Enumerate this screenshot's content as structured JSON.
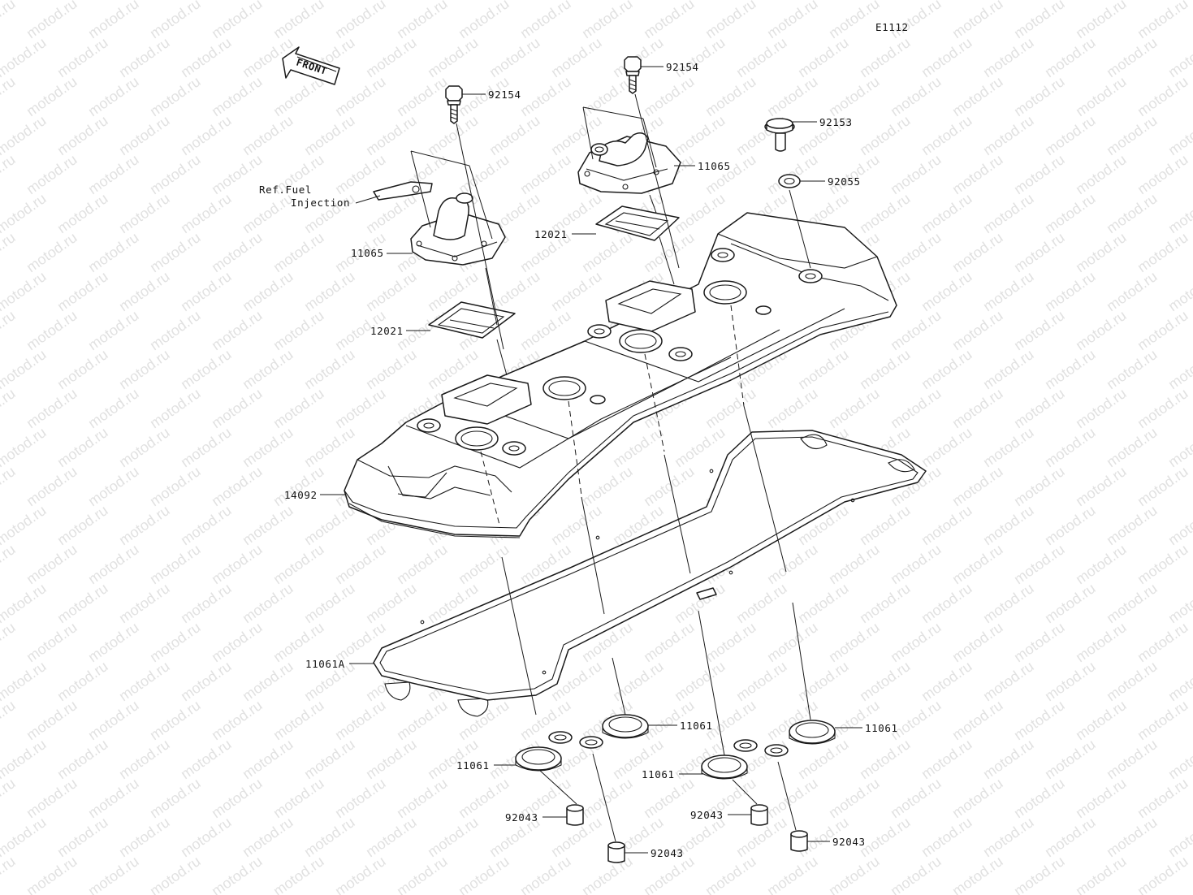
{
  "diagram": {
    "code": "E1112",
    "front_arrow": "FRONT",
    "watermark": "motod.ru",
    "reference_note": [
      "Ref.Fuel",
      "Injection"
    ],
    "part_labels": {
      "bolt_left": "92154",
      "bolt_right": "92154",
      "bolt_collar": "92153",
      "washer": "92055",
      "breather_cover_right": "11065",
      "breather_cover_left": "11065",
      "reed_valve_right": "12021",
      "reed_valve_left": "12021",
      "cylinder_head_cover": "14092",
      "cover_gasket": "11061A",
      "plug_gasket_1": "11061",
      "plug_gasket_2": "11061",
      "plug_gasket_3": "11061",
      "plug_gasket_4": "11061",
      "dowel_pin_1": "92043",
      "dowel_pin_2": "92043",
      "dowel_pin_3": "92043",
      "dowel_pin_4": "92043"
    }
  }
}
